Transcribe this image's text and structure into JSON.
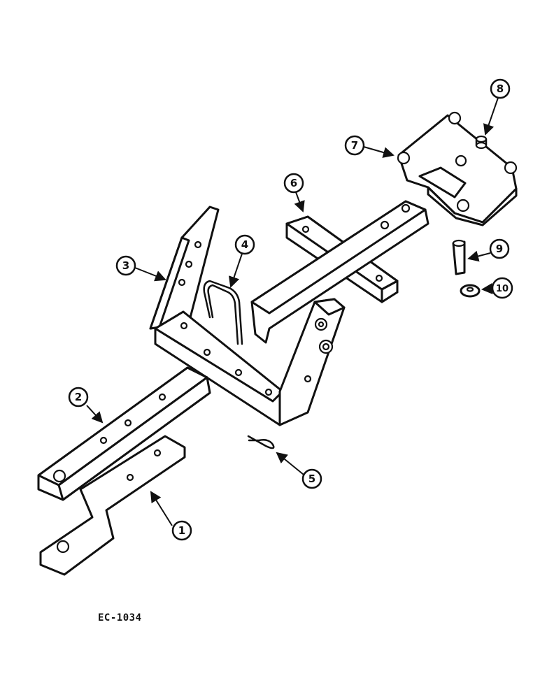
{
  "figure_ref": "EC-1034",
  "callouts": [
    {
      "id": "1",
      "label": "1"
    },
    {
      "id": "2",
      "label": "2"
    },
    {
      "id": "3",
      "label": "3"
    },
    {
      "id": "4",
      "label": "4"
    },
    {
      "id": "5",
      "label": "5"
    },
    {
      "id": "6",
      "label": "6"
    },
    {
      "id": "7",
      "label": "7"
    },
    {
      "id": "8",
      "label": "8"
    },
    {
      "id": "9",
      "label": "9"
    },
    {
      "id": "10",
      "label": "10"
    }
  ]
}
